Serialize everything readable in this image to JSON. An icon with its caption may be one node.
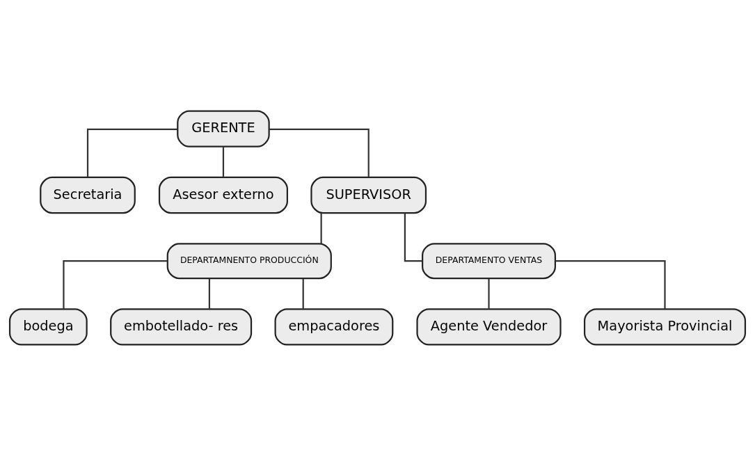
{
  "diagram": {
    "nodes": [
      {
        "text": [
          "GERENTE"
        ]
      },
      {
        "text": [
          "Secretaria"
        ]
      },
      {
        "text": [
          "Asesor externo"
        ]
      },
      {
        "text": [
          "SUPERVISOR"
        ]
      },
      {
        "text": [
          "DEPARTAMNENTO PRODUCCIÓN"
        ]
      },
      {
        "text": [
          "DEPARTAMENTO VENTAS"
        ]
      },
      {
        "text": [
          "bodega"
        ]
      },
      {
        "text": [
          "embotellado- res"
        ]
      },
      {
        "text": [
          "empacadores"
        ]
      },
      {
        "text": [
          "Agente Vendedor"
        ]
      },
      {
        "text": [
          "Mayorista Provincial"
        ]
      }
    ],
    "edges": [
      {
        "from": 0,
        "to": 1,
        "arrow": "none"
      },
      {
        "from": 0,
        "to": 2,
        "arrow": "none"
      },
      {
        "from": 0,
        "to": 3,
        "arrow": "none"
      },
      {
        "from": 3,
        "to": 4,
        "arrow": "none"
      },
      {
        "from": 3,
        "to": 5,
        "arrow": "none"
      },
      {
        "from": 4,
        "to": 6,
        "arrow": "none"
      },
      {
        "from": 4,
        "to": 7,
        "arrow": "none"
      },
      {
        "from": 4,
        "to": 8,
        "arrow": "none"
      },
      {
        "from": 5,
        "to": 9,
        "arrow": "none"
      },
      {
        "from": 5,
        "to": 10,
        "arrow": "none"
      }
    ]
  }
}
